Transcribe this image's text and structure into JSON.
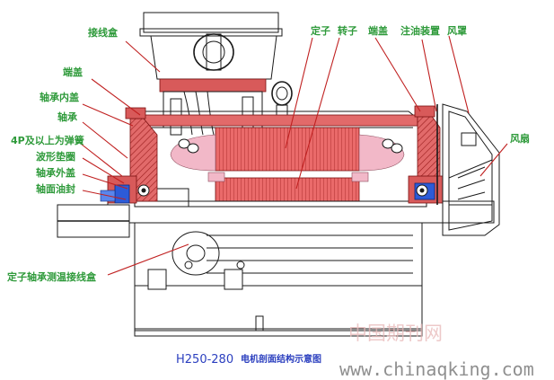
{
  "labels": {
    "junction_box": "接线盒",
    "end_cover": "端盖",
    "inner_bearing_cap": "轴承内盖",
    "bearing": "轴承",
    "wave_spring": "4P及以上为弹簧",
    "wave_washer": "波形垫圈",
    "outer_bearing_cap": "轴承外盖",
    "shaft_seal": "轴面油封",
    "stator": "定子",
    "rotor": "转子",
    "end_shield": "端盖",
    "grease_device": "注油装置",
    "fan_cover": "风罩",
    "fan": "风扇",
    "stator_terminal": "定子轴承测温接线盒"
  },
  "caption": {
    "model": "H250-280",
    "text": "电机剖面结构示意图"
  },
  "watermark": {
    "cn": "中国期刊网",
    "url": "www.chinaqking.com"
  },
  "colors": {
    "label_green": "#2e9a3a",
    "caption_blue": "#2b3fbf",
    "hot_red": "#d85a5a",
    "cool_blue": "#2d5bd8"
  }
}
